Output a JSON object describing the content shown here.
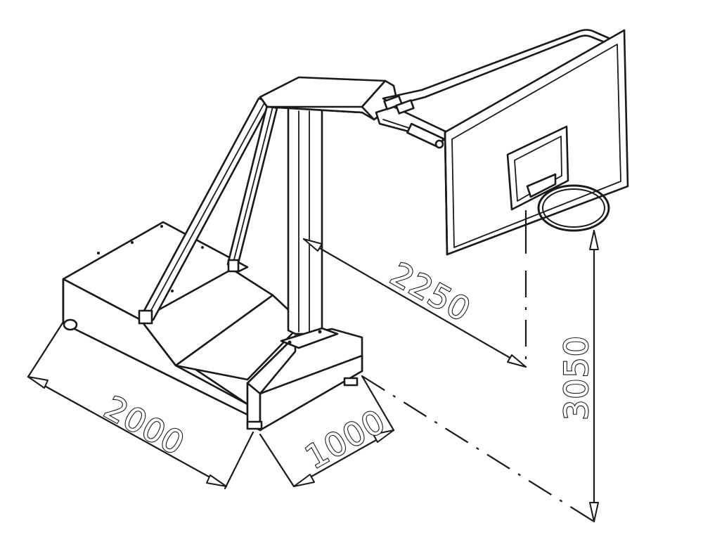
{
  "dimensions": {
    "base_length": "2000",
    "base_width": "1000",
    "reach": "2250",
    "rim_height": "3050"
  },
  "colors": {
    "line": "#1a1a1a",
    "background": "#ffffff"
  }
}
